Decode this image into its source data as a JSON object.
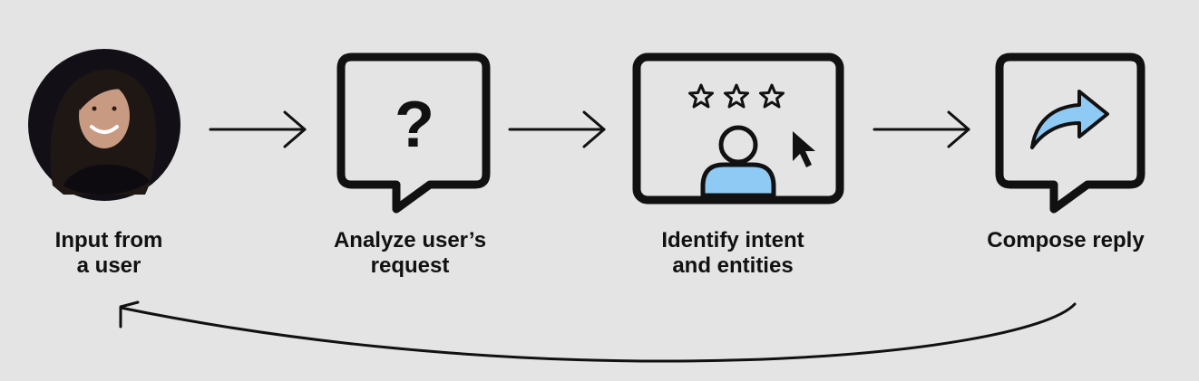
{
  "steps": [
    {
      "label_line1": "Input from",
      "label_line2": "a user"
    },
    {
      "label_line1": "Analyze user’s",
      "label_line2": "request"
    },
    {
      "label_line1": "Identify intent",
      "label_line2": "and entities"
    },
    {
      "label_line1": "Compose reply",
      "label_line2": ""
    }
  ],
  "icons": {
    "step1": "user-avatar",
    "step2": "question-speech-bubble-icon",
    "step3": "rating-screen-icon",
    "step4": "share-reply-bubble-icon"
  },
  "colors": {
    "background": "#e4e4e4",
    "stroke": "#111111",
    "accent": "#8fcaf5",
    "text": "#111111"
  }
}
